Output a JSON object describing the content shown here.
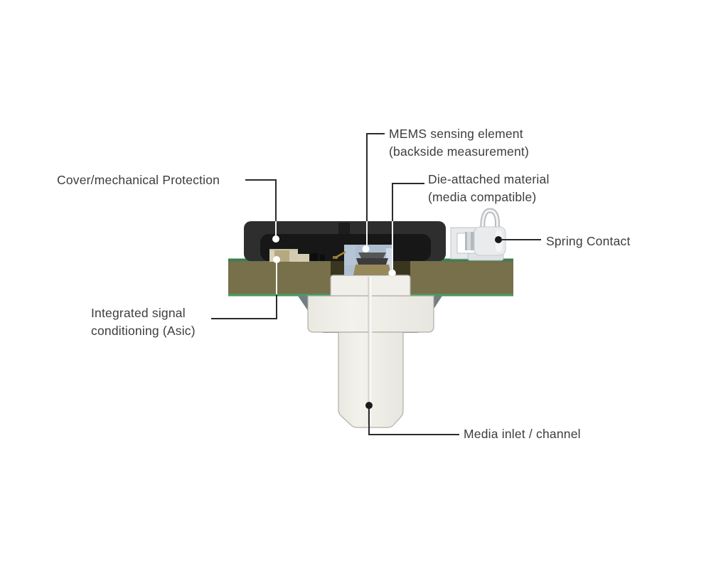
{
  "labels": {
    "mems": {
      "line1": "MEMS sensing element",
      "line2": "(backside measurement)"
    },
    "cover": {
      "text": "Cover/mechanical Protection"
    },
    "die_attach": {
      "line1": "Die-attached material",
      "line2": "(media compatible)"
    },
    "spring_contact": {
      "text": "Spring Contact"
    },
    "asic": {
      "line1": "Integrated signal",
      "line2": "conditioning (Asic)"
    },
    "media_inlet": {
      "text": "Media inlet / channel"
    }
  },
  "colors": {
    "background": "#ffffff",
    "label_text": "#3d3d3d",
    "leader_line": "#2b2b2b",
    "leader_line_light": "#f8f8f8",
    "cover_outer": "#2e2e2e",
    "cover_inner": "#171717",
    "pcb_olive": "#77704a",
    "pcb_edge_green_top": "#3d7e51",
    "pcb_edge_green_bottom": "#4c9862",
    "pcb_opening_shadow": "#39351f",
    "mems_blue": "#b7c7d9",
    "mems_cavity_dark": "#3c3c3c",
    "die_attach_tan": "#98895a",
    "asic_beige": "#b4a981",
    "inlet_white": "#f0efe9",
    "inlet_outline": "#b0afa7",
    "housing_gray": "#727d82",
    "spring_white": "#e9ebed",
    "wire_gold": "#a8872f"
  }
}
